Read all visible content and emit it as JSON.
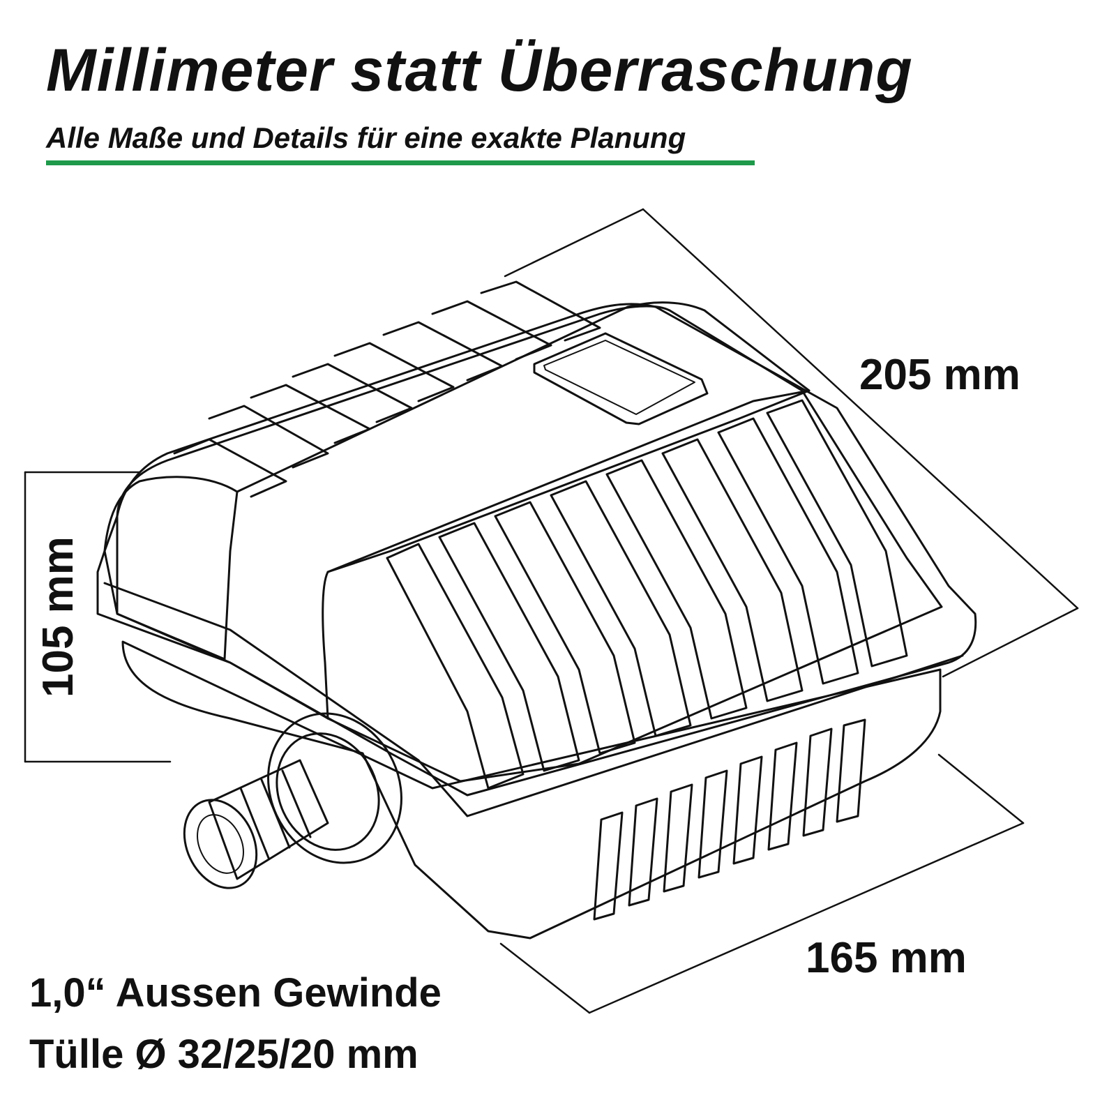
{
  "header": {
    "title": "Millimeter statt Überraschung",
    "subtitle": "Alle Maße und Details für eine exakte Planung"
  },
  "colors": {
    "accent": "#1f9a4b",
    "ink": "#111111"
  },
  "dimensions": {
    "depth": "205 mm",
    "width": "165 mm",
    "height": "105 mm"
  },
  "specs": {
    "thread": "1,0“ Aussen Gewinde",
    "nozzle": "Tülle Ø 32/25/20 mm"
  },
  "drawing": {
    "subject": "pump-line-drawing"
  }
}
